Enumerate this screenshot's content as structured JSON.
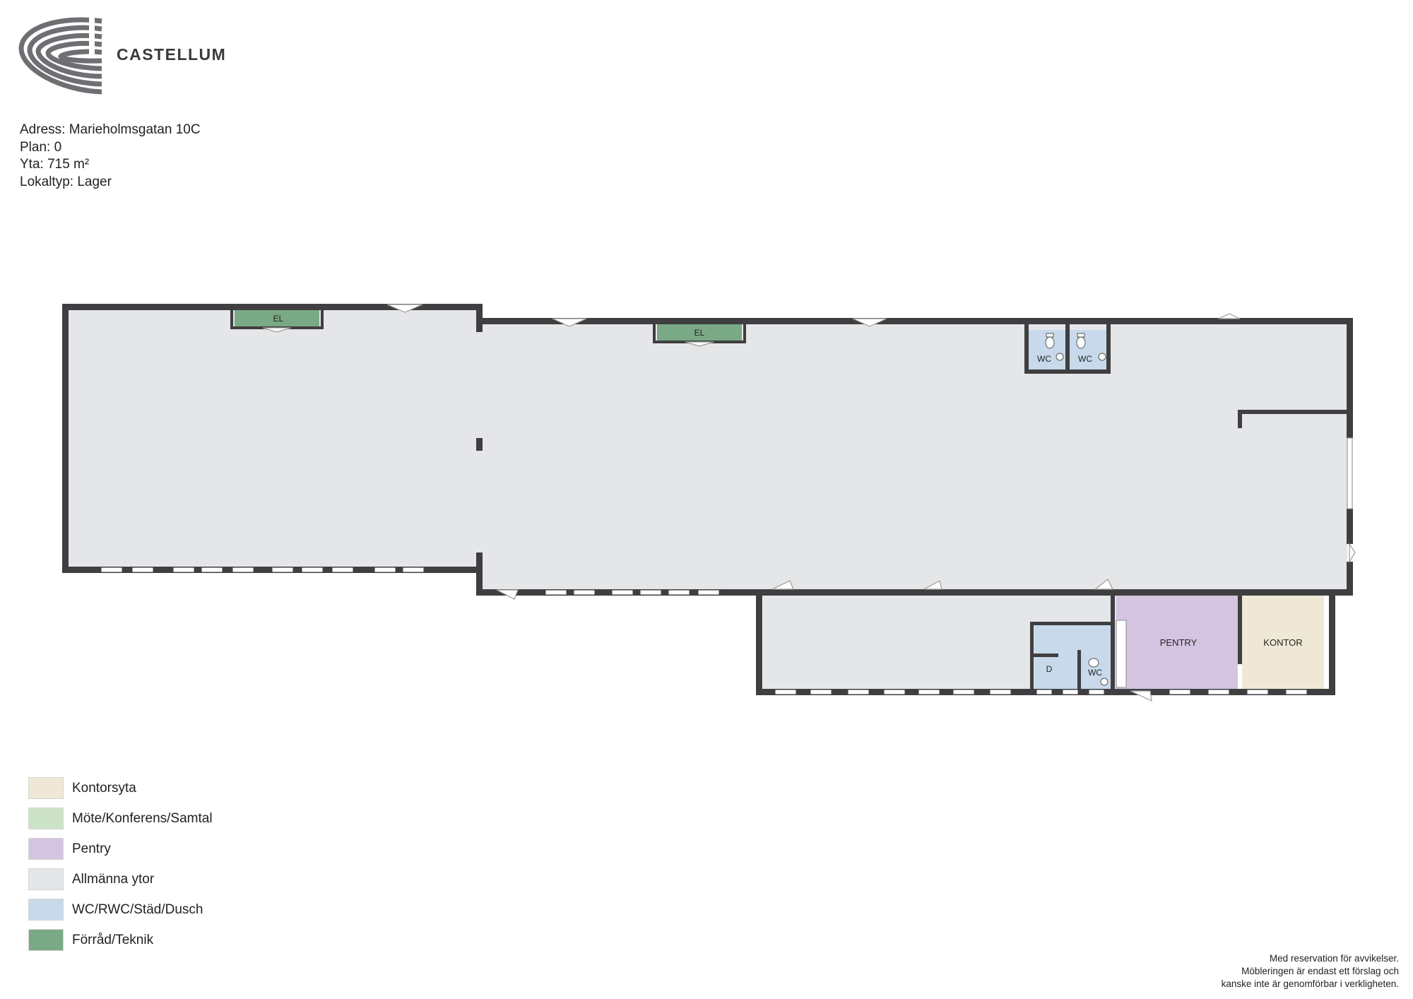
{
  "brand": {
    "name": "CASTELLUM"
  },
  "info": {
    "address": "Adress: Marieholmsgatan 10C",
    "plan": "Plan: 0",
    "area": "Yta: 715 m²",
    "type": "Lokaltyp: Lager"
  },
  "rooms": {
    "el1": "EL",
    "el2": "EL",
    "wc1": "WC",
    "wc2": "WC",
    "wc3": "WC",
    "dusch": "D",
    "pentry": "PENTRY",
    "kontor": "KONTOR"
  },
  "colors": {
    "kontorsyta": "#f0e8d6",
    "mote": "#cde3c8",
    "pentry": "#d4c4e1",
    "allmanna": "#e5e6e8",
    "wc": "#c7d9ea",
    "forrad": "#7aa985",
    "wall": "#3f3f41"
  },
  "legend": [
    {
      "label": "Kontorsyta",
      "color": "#f0e8d6"
    },
    {
      "label": "Möte/Konferens/Samtal",
      "color": "#cde3c8"
    },
    {
      "label": "Pentry",
      "color": "#d4c4e1"
    },
    {
      "label": "Allmänna ytor",
      "color": "#e5e6e8"
    },
    {
      "label": "WC/RWC/Städ/Dusch",
      "color": "#c7d9ea"
    },
    {
      "label": "Förråd/Teknik",
      "color": "#7aa985"
    }
  ],
  "disclaimer": [
    "Med reservation för avvikelser.",
    "Möbleringen är endast ett förslag och",
    "kanske inte är genomförbar i verkligheten."
  ]
}
